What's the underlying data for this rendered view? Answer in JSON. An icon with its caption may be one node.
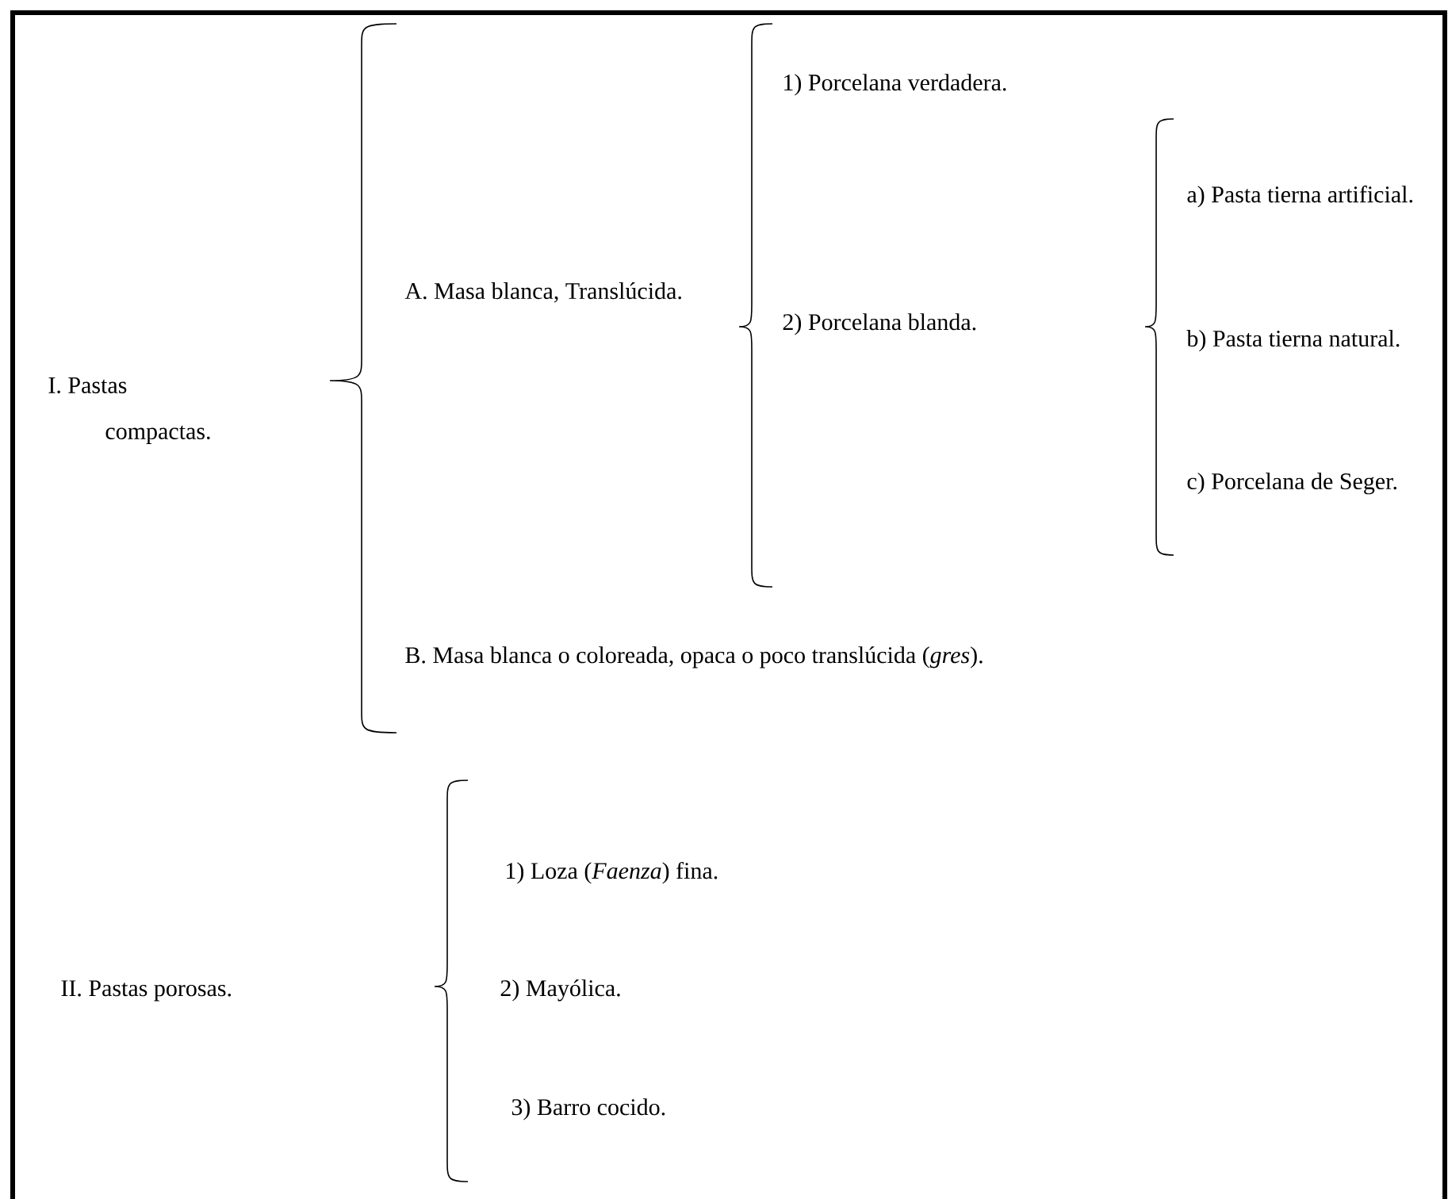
{
  "diagram": {
    "labels": [
      "I. Pastas compactas.",
      "A. Masa blanca, Translúcida.",
      "1) Porcelana verdadera.",
      "2) Porcelana blanda.",
      "a) Pasta tierna artificial.",
      "b) Pasta tierna natural.",
      "c) Porcelana de Seger.",
      "B. Masa blanca o coloreada, opaca o poco translúcida (*gres*).",
      "II. Pastas porosas.",
      "1) Loza (*Faenza*) fina.",
      "2) Mayólica.",
      "3) Barro cocido."
    ]
  }
}
